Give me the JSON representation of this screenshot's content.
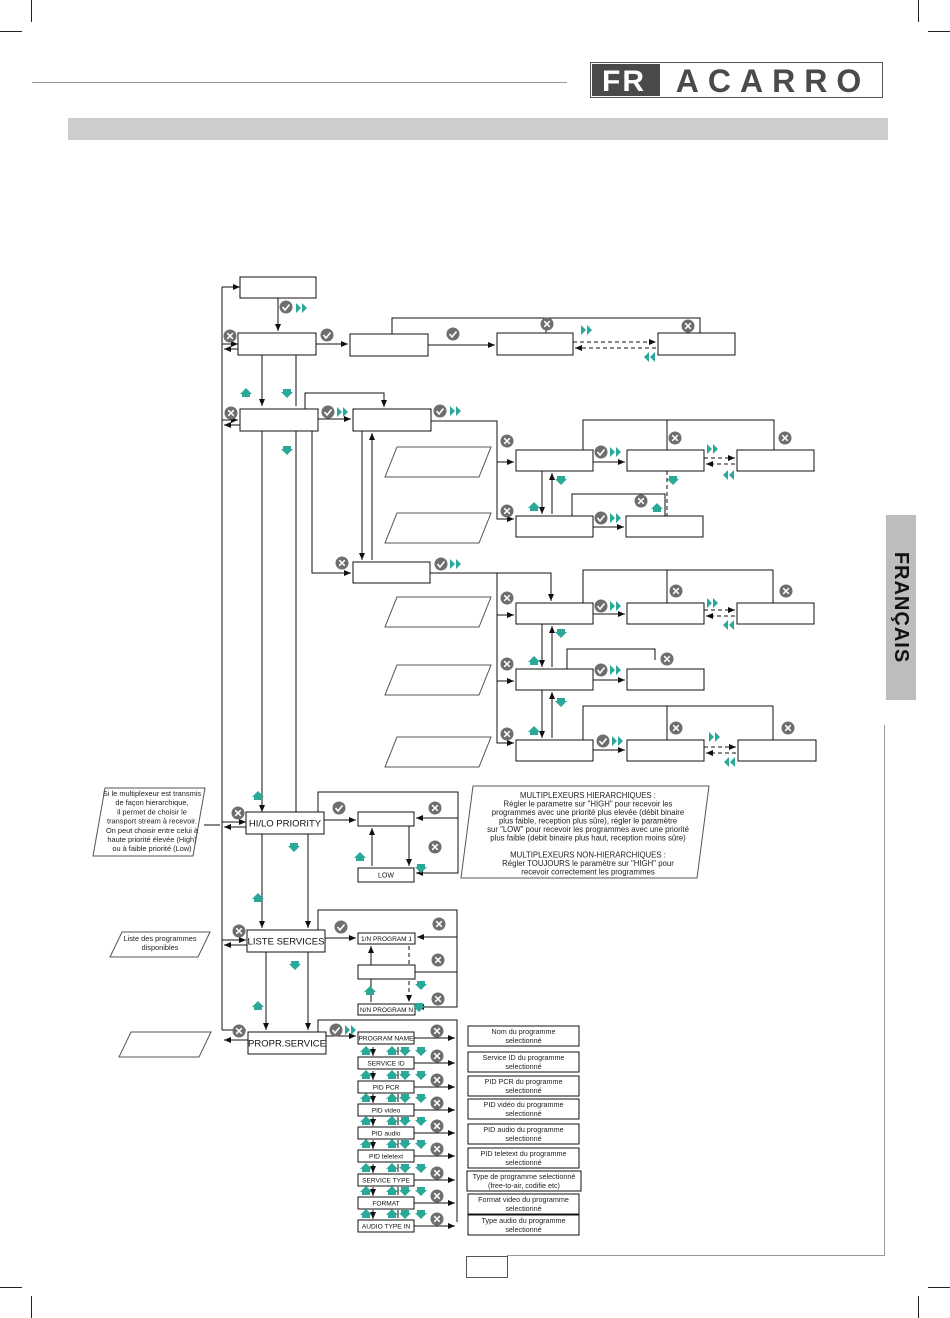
{
  "header": {
    "brand": "FRACARRO"
  },
  "sidebar": {
    "language_tab": "FRANÇAIS"
  },
  "colors": {
    "teal": "#2aa898",
    "gray_icon": "#6e6e6e",
    "bar_gray": "#cdcdcd",
    "tab_gray": "#bdbdbd"
  },
  "icons": {
    "ok": "check-circle-icon",
    "cancel": "x-circle-icon",
    "next": "double-chevron-right-icon",
    "back": "double-chevron-left-icon",
    "up": "up-arrow-icon",
    "down": "down-arrow-icon"
  },
  "menu": {
    "hilo": "HI/LO PRIORITY",
    "low": "LOW",
    "liste": "LISTE SERVICES",
    "prog1": "1/N PROGRAM 1",
    "progn": "N/N PROGRAM N",
    "propr": "PROPR.SERVICE"
  },
  "notes": {
    "hilo_side": [
      "Si le multiplexeur est transmis",
      "de façon hierarchique,",
      "il permet de choisir le",
      "transport stream à recevoir.",
      "On peut choisir entre celui à",
      "haute priorité élevée (High)",
      "ou à faible priorité (Low)"
    ],
    "liste_side": [
      "Liste des programmes",
      "disponibles"
    ],
    "hierarchy": [
      "MULTIPLEXEURS HIERARCHIQUES :",
      "Régler le parametre sur  \"HIGH\" pour recevoir les",
      "programmes avec une priorité plus elevée (débit binaire",
      "plus faible, reception plus sûre), régler le paramètre",
      "sur  \"LOW\" pour recevoir les programmes avec une priorité",
      "plus faible (debit binaire plus haut, reception moins sûre)",
      "",
      "MULTIPLEXEURS NON-HIERARCHIQUES :",
      "Régler TOUJOURS le paramètre sur \"HIGH\" pour",
      "recevoir correctement les programmes"
    ]
  },
  "properties": [
    {
      "label": "PROGRAM NAME",
      "desc": [
        "Nom du programme",
        "selectionné"
      ]
    },
    {
      "label": "SERVICE ID",
      "desc": [
        "Service ID du programme",
        "selectionné"
      ]
    },
    {
      "label": "PID  PCR",
      "desc": [
        "PID PCR du programme",
        "selectionné"
      ]
    },
    {
      "label": "PID video",
      "desc": [
        "PID vidéo du programme",
        "selectionné"
      ]
    },
    {
      "label": "PID audio",
      "desc": [
        "PID audio du programme",
        "selectionné"
      ]
    },
    {
      "label": "PID teletext",
      "desc": [
        "PID teletext du programme",
        "selectionné"
      ]
    },
    {
      "label": "SERVICE TYPE",
      "desc": [
        "Type de programme selectionné",
        "(free-to-air, codifie etc)"
      ]
    },
    {
      "label": "FORMAT",
      "desc": [
        "Format video du programme",
        "selectionné"
      ]
    },
    {
      "label": "AUDIO TYPE IN",
      "desc": [
        "Type audio du programme",
        "selectionné"
      ]
    }
  ]
}
